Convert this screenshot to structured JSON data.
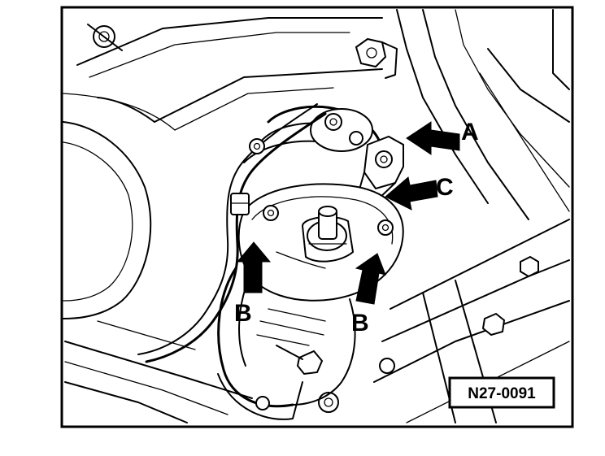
{
  "diagram": {
    "callouts": {
      "a": "A",
      "b_left": "B",
      "b_right": "B",
      "c": "C"
    },
    "reference_code": "N27-0091"
  },
  "colors": {
    "line": "#000000",
    "background": "#ffffff"
  }
}
